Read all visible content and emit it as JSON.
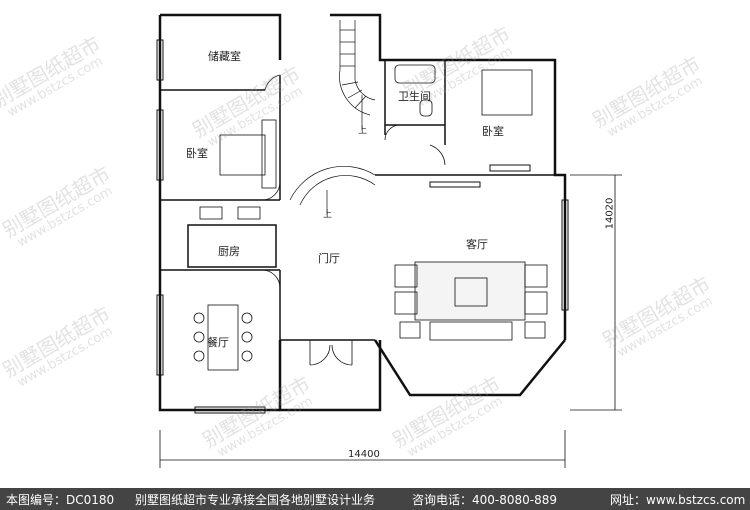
{
  "rooms": {
    "storage": "储藏室",
    "bedroom_left": "卧室",
    "kitchen": "厨房",
    "dining": "餐厅",
    "hall": "门厅",
    "bathroom": "卫生间",
    "bedroom_right": "卧室",
    "living": "客厅"
  },
  "stair_marks": [
    "上",
    "上"
  ],
  "dimensions": {
    "width": "14400",
    "depth": "14020"
  },
  "watermark": {
    "cn": "别墅图纸超市",
    "url": "www.bstzcs.com"
  },
  "footer": {
    "drawing_no": "本图编号：DC0180",
    "slogan": "别墅图纸超市专业承接全国各地别墅设计业务",
    "phone": "咨询电话：400-8080-889",
    "website": "网址：www.bstzcs.com"
  }
}
